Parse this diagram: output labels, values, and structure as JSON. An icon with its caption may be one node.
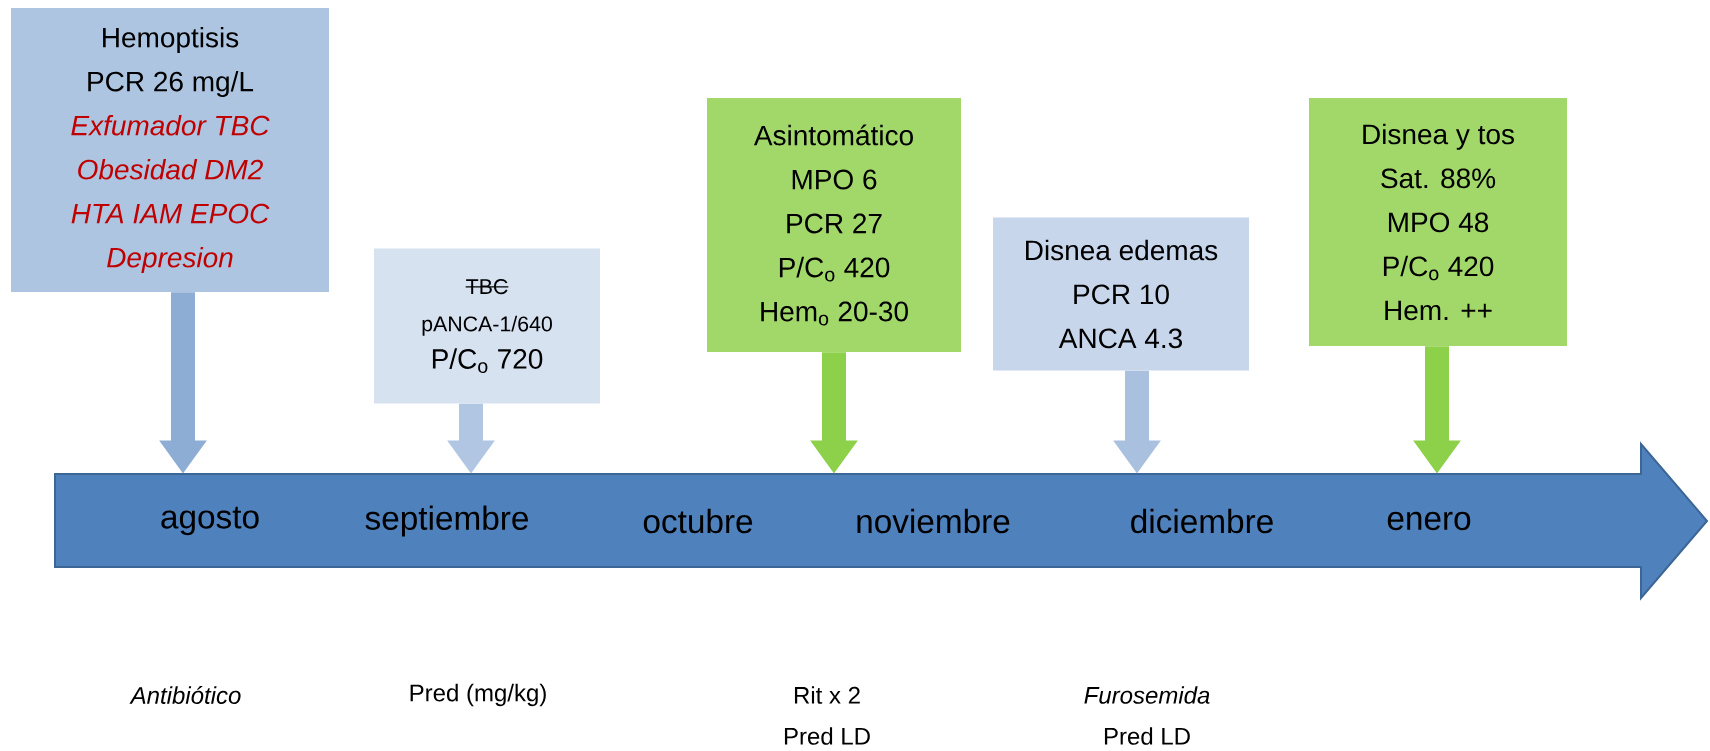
{
  "diagram": {
    "nodes": [
      {
        "text": [
          "Hemoptisis",
          "PCR 26 mg/L",
          "Exfumador  TBC",
          "Obesidad  DM2",
          "HTA IAM EPOC",
          "Depresion"
        ]
      },
      {
        "text": [
          "TBC",
          "pANCA-1/640",
          "P/C$_{o}$ 720"
        ]
      },
      {
        "text": [
          "Asintomático",
          "MPO 6",
          "PCR 27",
          "P/C$_{o}$ 420",
          "Hem$_{o}$ 20-30"
        ]
      },
      {
        "text": [
          "Disnea edemas",
          "PCR 10",
          "ANCA 4.3"
        ]
      },
      {
        "text": [
          "Disnea y tos",
          "Sat. 88%",
          "MPO 48",
          "P/C$_{o}$ 420",
          "Hem. ++"
        ]
      },
      {
        "text": [
          "agosto",
          "septiembre",
          "octubre",
          "noviembre",
          "diciembre",
          "enero"
        ]
      }
    ],
    "edges": [
      {
        "from": 0,
        "to": 5,
        "arrow": "to",
        "color": "#8eadd5"
      },
      {
        "from": 1,
        "to": 5,
        "arrow": "to",
        "color": "#b0c6e2"
      },
      {
        "from": 2,
        "to": 5,
        "arrow": "to",
        "color": "#8dd04a"
      },
      {
        "from": 3,
        "to": 5,
        "arrow": "to",
        "color": "#a9c1df"
      },
      {
        "from": 4,
        "to": 5,
        "arrow": "to",
        "color": "#8dd04a"
      }
    ],
    "labels": [
      "Antibiótico",
      "Pred (mg/kg)",
      "Rit x 2",
      "Furosemida",
      "Pred LD",
      "Pred LD"
    ]
  }
}
